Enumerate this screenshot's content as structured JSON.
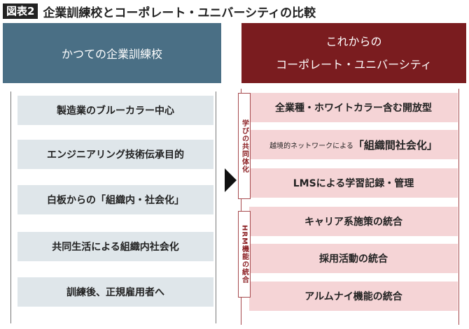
{
  "figure": {
    "badge": "図表2",
    "title": "企業訓練校とコーポレート・ユニバーシティの比較"
  },
  "left": {
    "header": "かつての企業訓練校",
    "items": [
      "製造業のブルーカラー中心",
      "エンジニアリング技術伝承目的",
      "白板からの「組織内・社会化」",
      "共同生活による組織内社会化",
      "訓練後、正規雇用者へ"
    ]
  },
  "right": {
    "header_line1": "これからの",
    "header_line2": "コーポレート・ユニバーシティ",
    "tags": [
      "学びの共同体化",
      "HRM機能の統合"
    ],
    "items": [
      {
        "text": "全業種・ホワイトカラー含む開放型"
      },
      {
        "small": "越境的ネットワークによる",
        "big": "「組織間社会化」"
      },
      {
        "text": "LMSによる学習記録・管理"
      },
      {
        "text": "キャリア系施策の統合"
      },
      {
        "text": "採用活動の統合"
      },
      {
        "text": "アルムナイ機能の統合"
      }
    ]
  }
}
